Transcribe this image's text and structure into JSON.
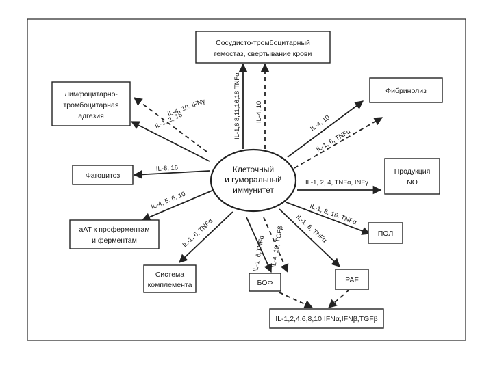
{
  "center": {
    "lines": [
      "Клеточный",
      "и гуморальный",
      "иммунитет"
    ]
  },
  "boxes": {
    "hemostasis": [
      "Сосудисто-тромбоцитарный",
      "гемостаз, свертывание крови"
    ],
    "adhesion": [
      "Лимфоцитарно-",
      "тромбоцитарная",
      "адгезия"
    ],
    "fibrinolysis": [
      "Фибринолиз"
    ],
    "phagocytosis": [
      "Фагоцитоз"
    ],
    "no": [
      "Продукция",
      "NO"
    ],
    "antibodies": [
      "aAT к проферментам",
      "и ферментам"
    ],
    "pol": [
      "ПОЛ"
    ],
    "complement": [
      "Система",
      "комплемента"
    ],
    "bof": [
      "БОФ"
    ],
    "paf": [
      "PAF"
    ],
    "cytokines": [
      "IL-1,2,4,6,8,10,IFNα,IFNβ,TGFβ"
    ]
  },
  "labels": {
    "hemostasis_solid": "IL-1,6,8,11,16,18,TNFα",
    "hemostasis_dashed": "IL-4, 10",
    "adhesion_dashed": "IL-4, 10, IFNγ",
    "adhesion_solid": "IL-1, 2, 16",
    "fibrinolysis_solid": "IL-4, 10",
    "fibrinolysis_dashed": "IL-1, 6, TNFα",
    "phagocytosis": "IL-8, 16",
    "no": "IL-1, 2, 4, TNFα, INFγ",
    "antibodies": "IL-4, 5, 6, 10",
    "pol": "IL-1, 8, 16, TNFα",
    "complement": "IL-1, 6, TNFα",
    "bof_solid": "IL-1, 6,TNFα",
    "bof_dashed": "IL-4, 10, TGFβ",
    "paf": "IL-1, 6, TNFα"
  }
}
